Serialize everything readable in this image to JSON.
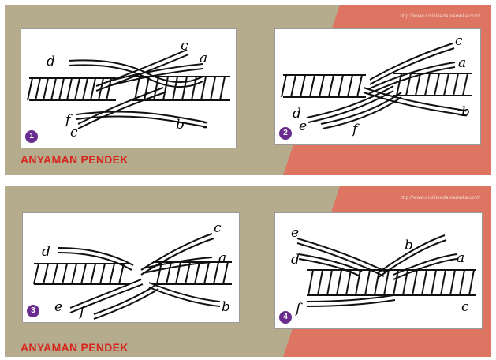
{
  "source_url": "http://www.orsiliteedapramuka.com/",
  "title": "ANYAMAN PENDEK",
  "panels": [
    {
      "number": "1",
      "labels": {
        "a": "a",
        "c": "c",
        "d": "d",
        "b": "b",
        "f": "f",
        "c2": "c"
      }
    },
    {
      "number": "2",
      "labels": {
        "c": "c",
        "a": "a",
        "b": "b",
        "d": "d",
        "e": "e",
        "f": "f"
      }
    },
    {
      "number": "3",
      "labels": {
        "d": "d",
        "c": "c",
        "a": "a",
        "b": "b",
        "e": "e",
        "f": "f"
      }
    },
    {
      "number": "4",
      "labels": {
        "e": "e",
        "b": "b",
        "a": "a",
        "d": "d",
        "f": "f",
        "c": "c"
      }
    }
  ],
  "colors": {
    "background": "#b5ac8e",
    "stripe": "#de7462",
    "badge": "#6b2c8f",
    "title": "#d6261d"
  }
}
